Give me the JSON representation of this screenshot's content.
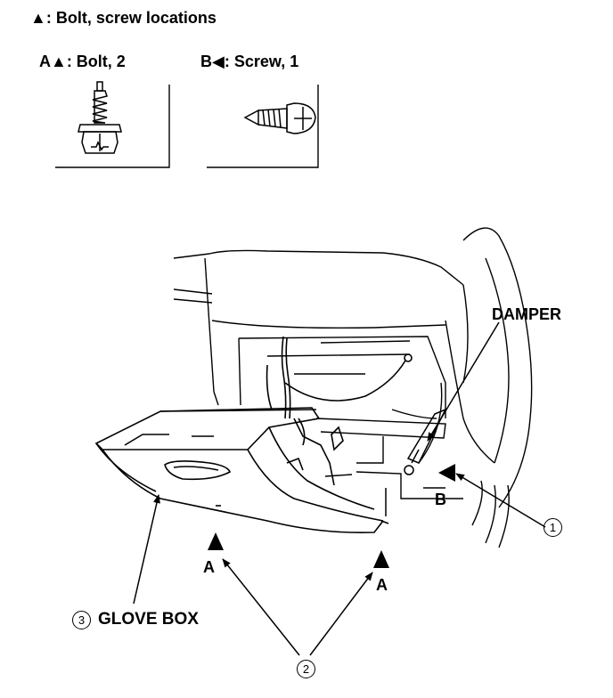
{
  "legend": {
    "title_symbol": "▲",
    "title_text": ": Bolt, screw locations",
    "bolt_label": "A▲: Bolt, 2",
    "screw_label": "B◀: Screw, 1"
  },
  "labels": {
    "damper": "DAMPER",
    "glove_box": "GLOVE BOX",
    "letter_a": "A",
    "letter_b": "B",
    "callout_1": "1",
    "callout_2": "2",
    "callout_3": "3"
  }
}
